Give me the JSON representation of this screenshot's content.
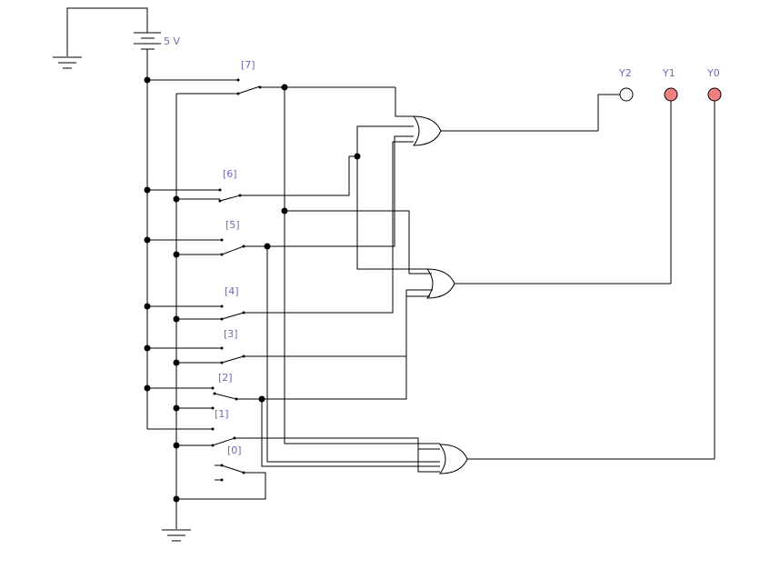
{
  "battery": {
    "label": "5 V"
  },
  "switches": [
    {
      "label": "[7]"
    },
    {
      "label": "[6]"
    },
    {
      "label": "[5]"
    },
    {
      "label": "[4]"
    },
    {
      "label": "[3]"
    },
    {
      "label": "[2]"
    },
    {
      "label": "[1]"
    },
    {
      "label": "[0]"
    }
  ],
  "outputs": [
    {
      "label": "Y2",
      "state": "off",
      "color": "#ffffff"
    },
    {
      "label": "Y1",
      "state": "on",
      "color": "#f08080"
    },
    {
      "label": "Y0",
      "state": "on",
      "color": "#f08080"
    }
  ]
}
